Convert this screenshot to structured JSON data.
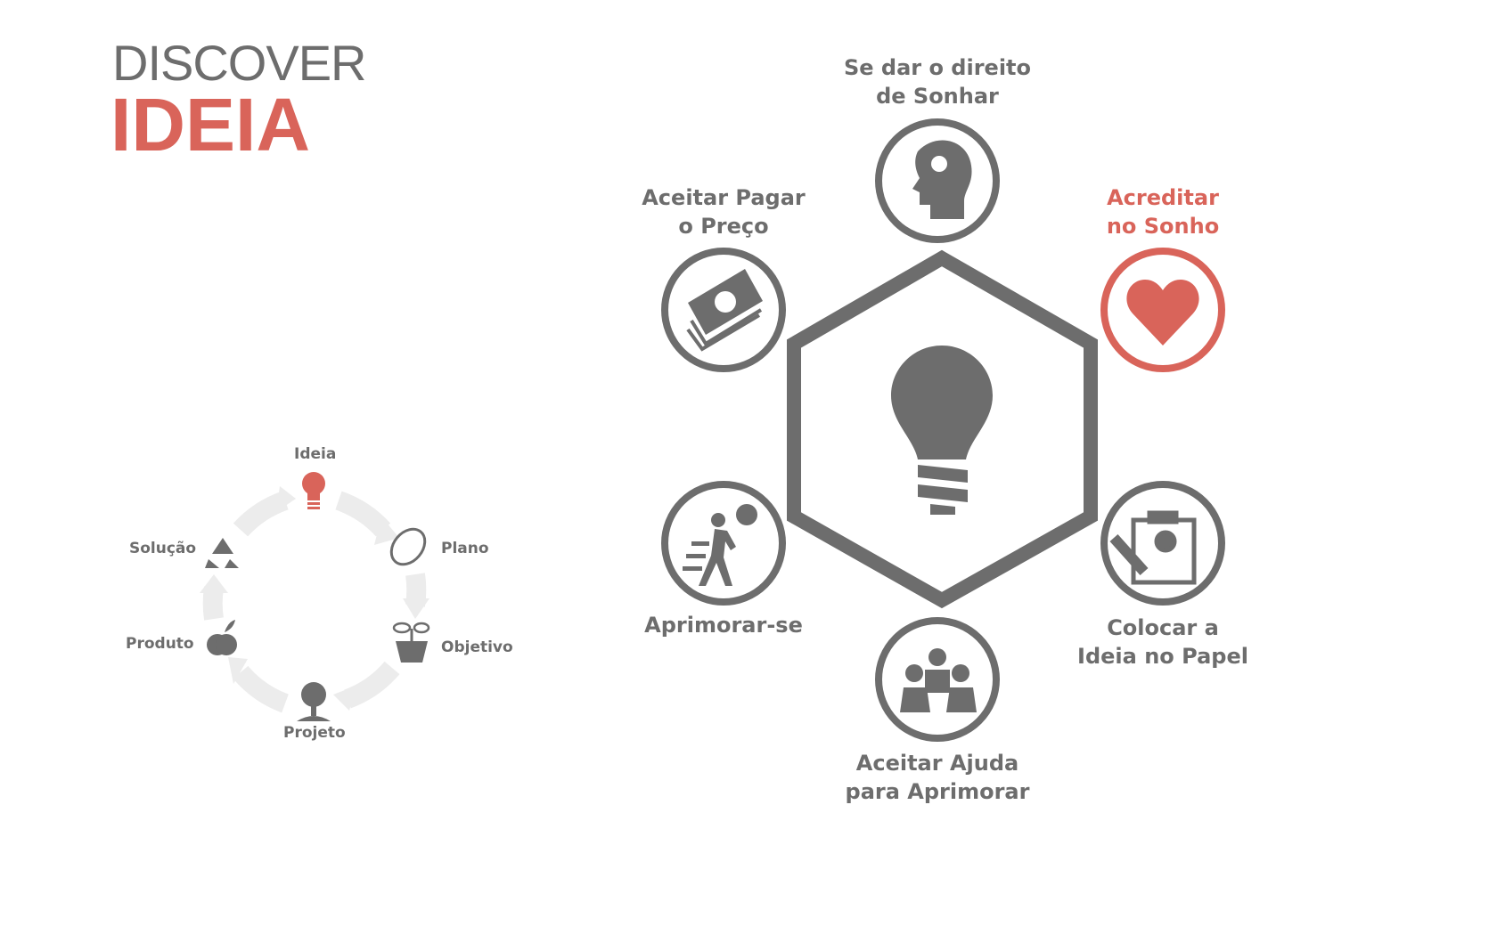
{
  "header": {
    "line1": "DISCOVER",
    "line2": "IDEIA"
  },
  "colors": {
    "gray": "#6d6d6d",
    "red": "#d9645a",
    "arrow": "#ececec"
  },
  "cycle": {
    "items": [
      {
        "label": "Ideia",
        "icon": "lightbulb-icon"
      },
      {
        "label": "Plano",
        "icon": "seed-icon"
      },
      {
        "label": "Objetivo",
        "icon": "sprout-icon"
      },
      {
        "label": "Projeto",
        "icon": "tree-icon"
      },
      {
        "label": "Produto",
        "icon": "apple-icon"
      },
      {
        "label": "Solução",
        "icon": "recycle-icon"
      }
    ]
  },
  "hexagon": {
    "center_icon": "lightbulb-icon",
    "nodes": [
      {
        "label": "Se dar o direito\nde Sonhar",
        "icon": "head-lightbulb-icon"
      },
      {
        "label": "Aceitar Pagar\no Preço",
        "icon": "money-icon"
      },
      {
        "label": "Acreditar\nno Sonho",
        "icon": "heart-icon"
      },
      {
        "label": "Aprimorar-se",
        "icon": "walking-person-icon"
      },
      {
        "label": "Colocar a\nIdeia no Papel",
        "icon": "clipboard-icon"
      },
      {
        "label": "Aceitar Ajuda\npara Aprimorar",
        "icon": "group-icon"
      }
    ]
  }
}
